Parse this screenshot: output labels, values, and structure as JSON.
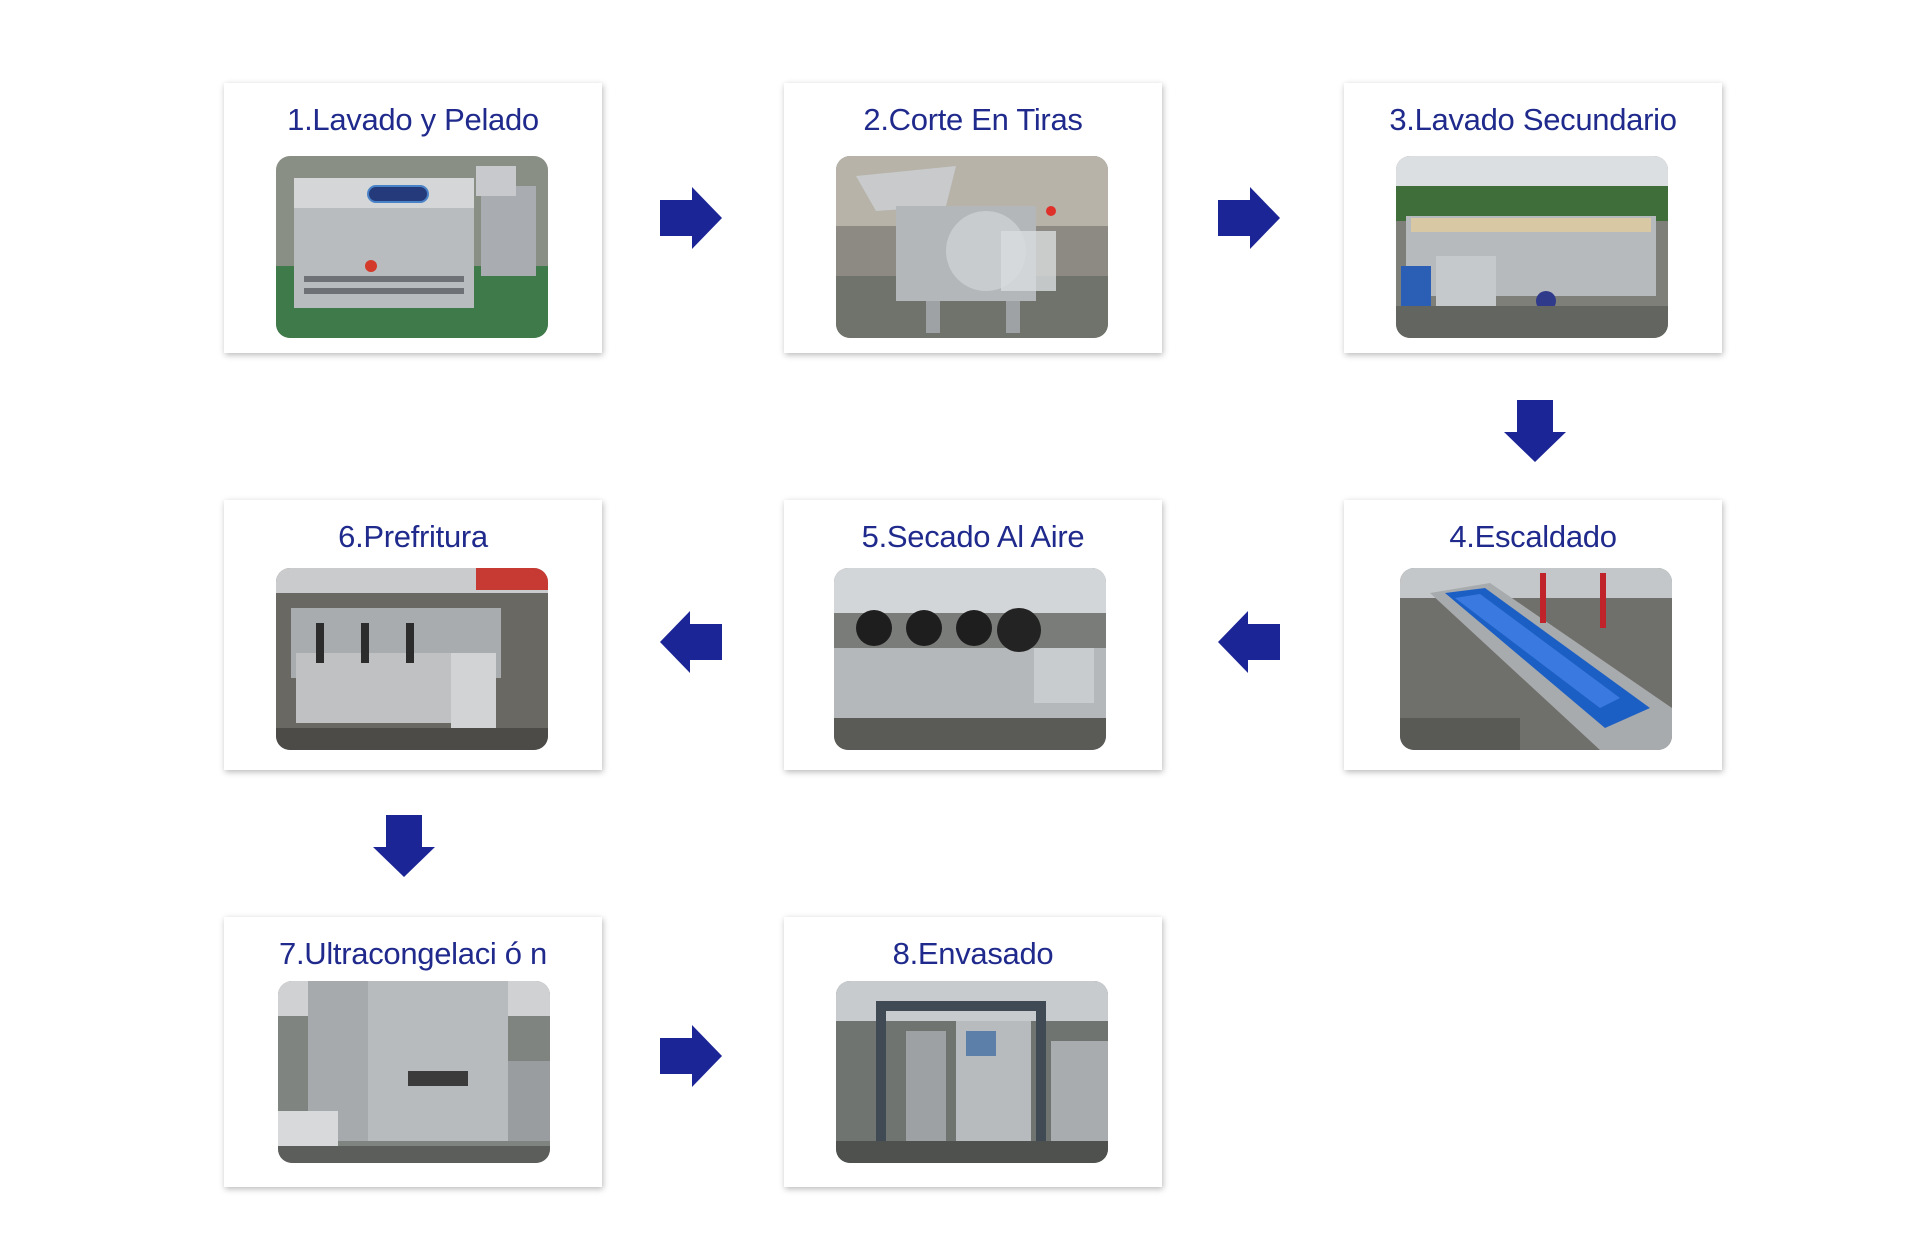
{
  "steps": [
    {
      "label": "1.Lavado y Pelado",
      "image": "peeling-washing-machine"
    },
    {
      "label": "2.Corte En Tiras",
      "image": "strip-cutting-machine"
    },
    {
      "label": "3.Lavado Secundario",
      "image": "secondary-washing-machine"
    },
    {
      "label": "4.Escaldado",
      "image": "blanching-conveyor"
    },
    {
      "label": "5.Secado Al Aire",
      "image": "air-drying-line"
    },
    {
      "label": "6.Prefritura",
      "image": "pre-frying-machine"
    },
    {
      "label": "7.Ultracongelaci ó n",
      "image": "tunnel-quick-freezer"
    },
    {
      "label": "8.Envasado",
      "image": "packaging-machine"
    }
  ],
  "arrows": [
    "right",
    "right",
    "down",
    "left",
    "left",
    "down",
    "right"
  ],
  "colors": {
    "title": "#1f2a8c",
    "arrow": "#1c2596"
  }
}
